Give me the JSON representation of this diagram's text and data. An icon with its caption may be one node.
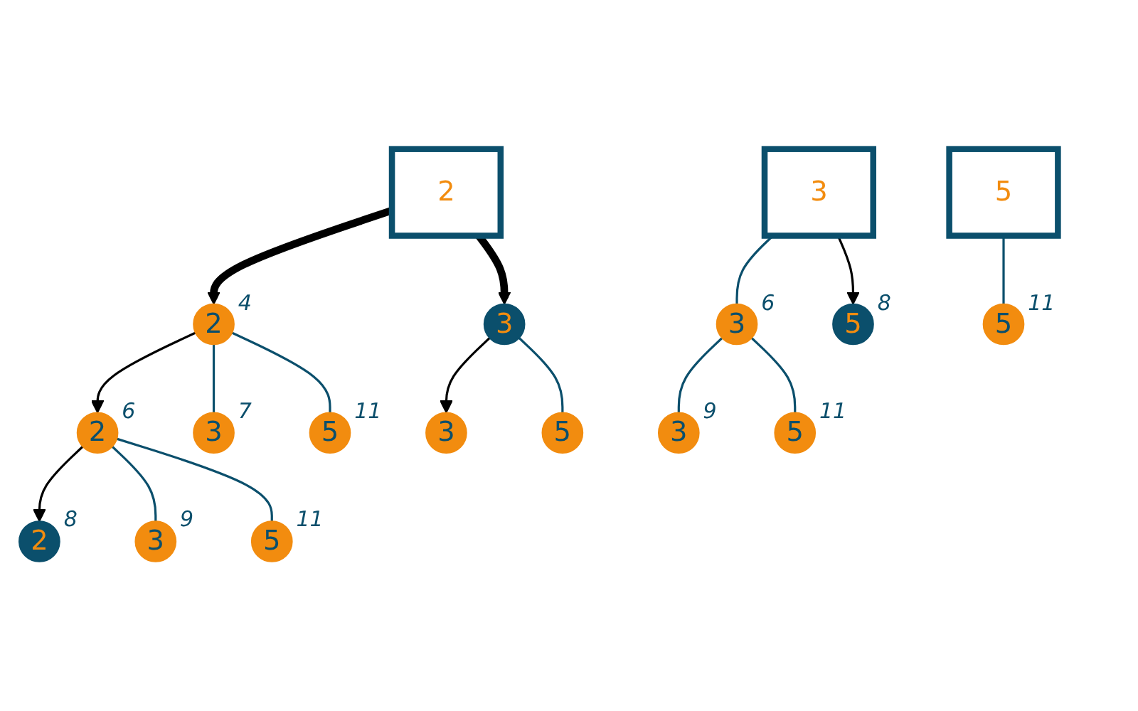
{
  "diagram": {
    "nodes": [
      {
        "text": [
          "2"
        ]
      },
      {
        "text": [
          "3"
        ]
      },
      {
        "text": [
          "5"
        ]
      },
      {
        "text": [
          "2"
        ],
        "beside": [
          "4"
        ]
      },
      {
        "text": [
          "3"
        ]
      },
      {
        "text": [
          "2"
        ],
        "beside": [
          "6"
        ]
      },
      {
        "text": [
          "3"
        ],
        "beside": [
          "7"
        ]
      },
      {
        "text": [
          "5"
        ],
        "beside": [
          "11"
        ]
      },
      {
        "text": [
          "3"
        ]
      },
      {
        "text": [
          "5"
        ]
      },
      {
        "text": [
          "2"
        ],
        "beside": [
          "8"
        ]
      },
      {
        "text": [
          "3"
        ],
        "beside": [
          "9"
        ]
      },
      {
        "text": [
          "5"
        ],
        "beside": [
          "11"
        ]
      },
      {
        "text": [
          "3"
        ],
        "beside": [
          "6"
        ]
      },
      {
        "text": [
          "5"
        ],
        "beside": [
          "8"
        ]
      },
      {
        "text": [
          "3"
        ],
        "beside": [
          "9"
        ]
      },
      {
        "text": [
          "5"
        ],
        "beside": [
          "11"
        ]
      },
      {
        "text": [
          "5"
        ],
        "beside": [
          "11"
        ]
      }
    ],
    "edges": [
      {
        "from": 0,
        "to": 3,
        "arrow": "to",
        "style": "thick",
        "color": "#000000"
      },
      {
        "from": 0,
        "to": 4,
        "arrow": "to",
        "style": "thick",
        "color": "#000000"
      },
      {
        "from": 3,
        "to": 5,
        "arrow": "to",
        "color": "#000000"
      },
      {
        "from": 3,
        "to": 6,
        "arrow": "none"
      },
      {
        "from": 3,
        "to": 7,
        "arrow": "none"
      },
      {
        "from": 4,
        "to": 8,
        "arrow": "to",
        "color": "#000000"
      },
      {
        "from": 4,
        "to": 9,
        "arrow": "none"
      },
      {
        "from": 5,
        "to": 10,
        "arrow": "to",
        "color": "#000000"
      },
      {
        "from": 5,
        "to": 11,
        "arrow": "none"
      },
      {
        "from": 5,
        "to": 12,
        "arrow": "none"
      },
      {
        "from": 1,
        "to": 13,
        "arrow": "none"
      },
      {
        "from": 1,
        "to": 14,
        "arrow": "to",
        "color": "#000000"
      },
      {
        "from": 13,
        "to": 15,
        "arrow": "none"
      },
      {
        "from": 13,
        "to": 16,
        "arrow": "none"
      },
      {
        "from": 2,
        "to": 17,
        "arrow": "none"
      }
    ]
  }
}
